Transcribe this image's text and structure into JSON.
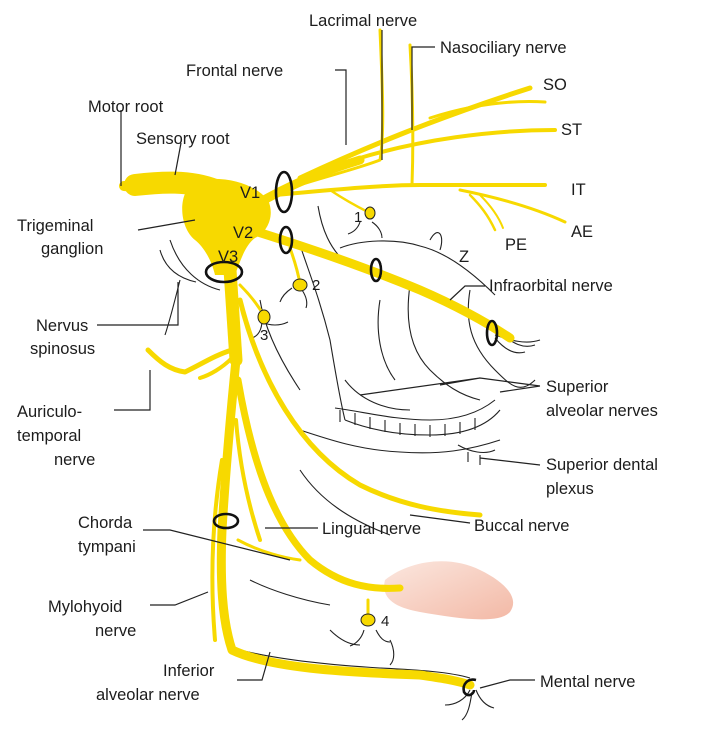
{
  "labels": {
    "lacrimal_nerve": "Lacrimal nerve",
    "nasociliary_nerve": "Nasociliary nerve",
    "frontal_nerve": "Frontal nerve",
    "motor_root": "Motor root",
    "sensory_root": "Sensory root",
    "trigeminal_ganglion_line1": "Trigeminal",
    "trigeminal_ganglion_line2": "ganglion",
    "nervus_spinosus_line1": "Nervus",
    "nervus_spinosus_line2": "spinosus",
    "auriculotemporal_line1": "Auriculo-",
    "auriculotemporal_line2": "temporal",
    "auriculotemporal_line3": "nerve",
    "chorda_tympani_line1": "Chorda",
    "chorda_tympani_line2": "tympani",
    "mylohyoid_line1": "Mylohyoid",
    "mylohyoid_line2": "nerve",
    "inferior_alveolar_line1": "Inferior",
    "inferior_alveolar_line2": "alveolar nerve",
    "lingual_nerve": "Lingual nerve",
    "buccal_nerve": "Buccal nerve",
    "superior_dental_line1": "Superior dental",
    "superior_dental_line2": "plexus",
    "superior_alveolar_line1": "Superior",
    "superior_alveolar_line2": "alveolar nerves",
    "infraorbital_nerve": "Infraorbital nerve",
    "mental_nerve": "Mental nerve",
    "so": "SO",
    "st": "ST",
    "it": "IT",
    "ae": "AE",
    "pe": "PE",
    "z": "Z",
    "v1": "V1",
    "v2": "V2",
    "v3": "V3",
    "g1": "1",
    "g2": "2",
    "g3": "3",
    "g4": "4"
  },
  "colors": {
    "nerve": "#f7d900",
    "tongue_fill": "#f6cfc2",
    "outline": "#222222"
  }
}
